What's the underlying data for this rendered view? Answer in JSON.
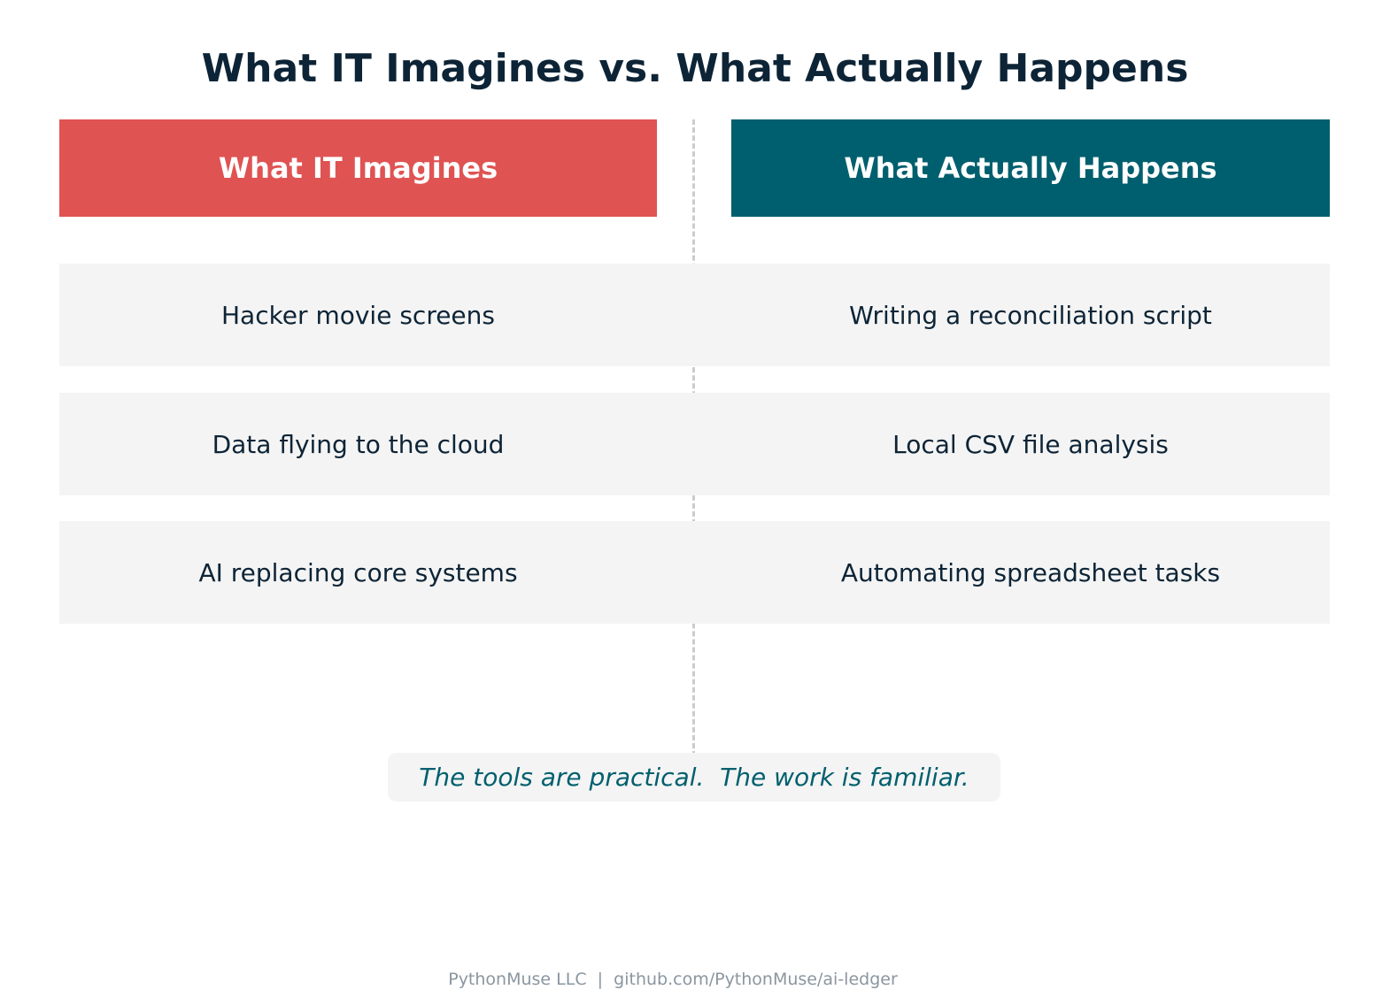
{
  "title": "What IT Imagines vs. What Actually Happens",
  "columns": {
    "left": {
      "label": "What IT Imagines",
      "color": "#e05353"
    },
    "right": {
      "label": "What Actually Happens",
      "color": "#005f6e"
    }
  },
  "rows": [
    {
      "left": "Hacker movie screens",
      "right": "Writing a reconciliation script"
    },
    {
      "left": "Data flying to the cloud",
      "right": "Local CSV file analysis"
    },
    {
      "left": "AI replacing core systems",
      "right": "Automating spreadsheet tasks"
    }
  ],
  "tagline": "The tools are practical.  The work is familiar.",
  "tagline_color": "#005f6e",
  "footer": "PythonMuse LLC  |  github.com/PythonMuse/ai-ledger"
}
